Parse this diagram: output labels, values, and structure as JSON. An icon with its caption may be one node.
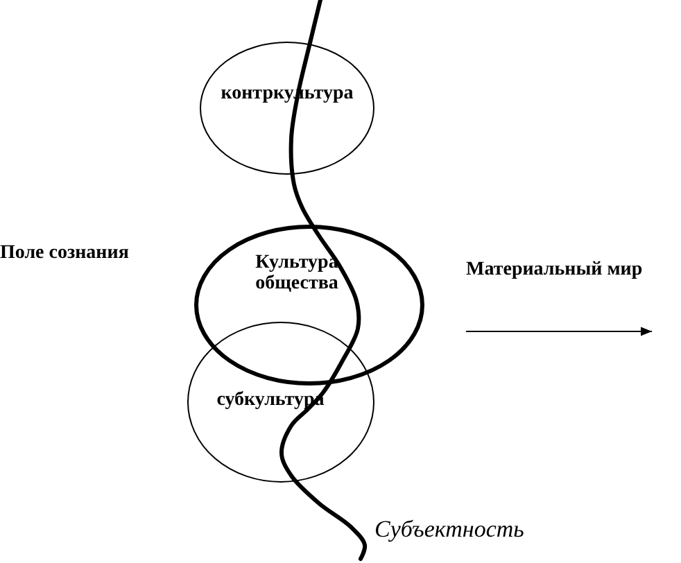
{
  "diagram": {
    "nodes": [
      {
        "text": [
          "контркультура"
        ]
      },
      {
        "text": [
          "Культура общества"
        ]
      },
      {
        "text": [
          "субкультура"
        ]
      }
    ],
    "labels": [
      "Поле сознания",
      "Материальный мир",
      "Субъектность"
    ]
  }
}
